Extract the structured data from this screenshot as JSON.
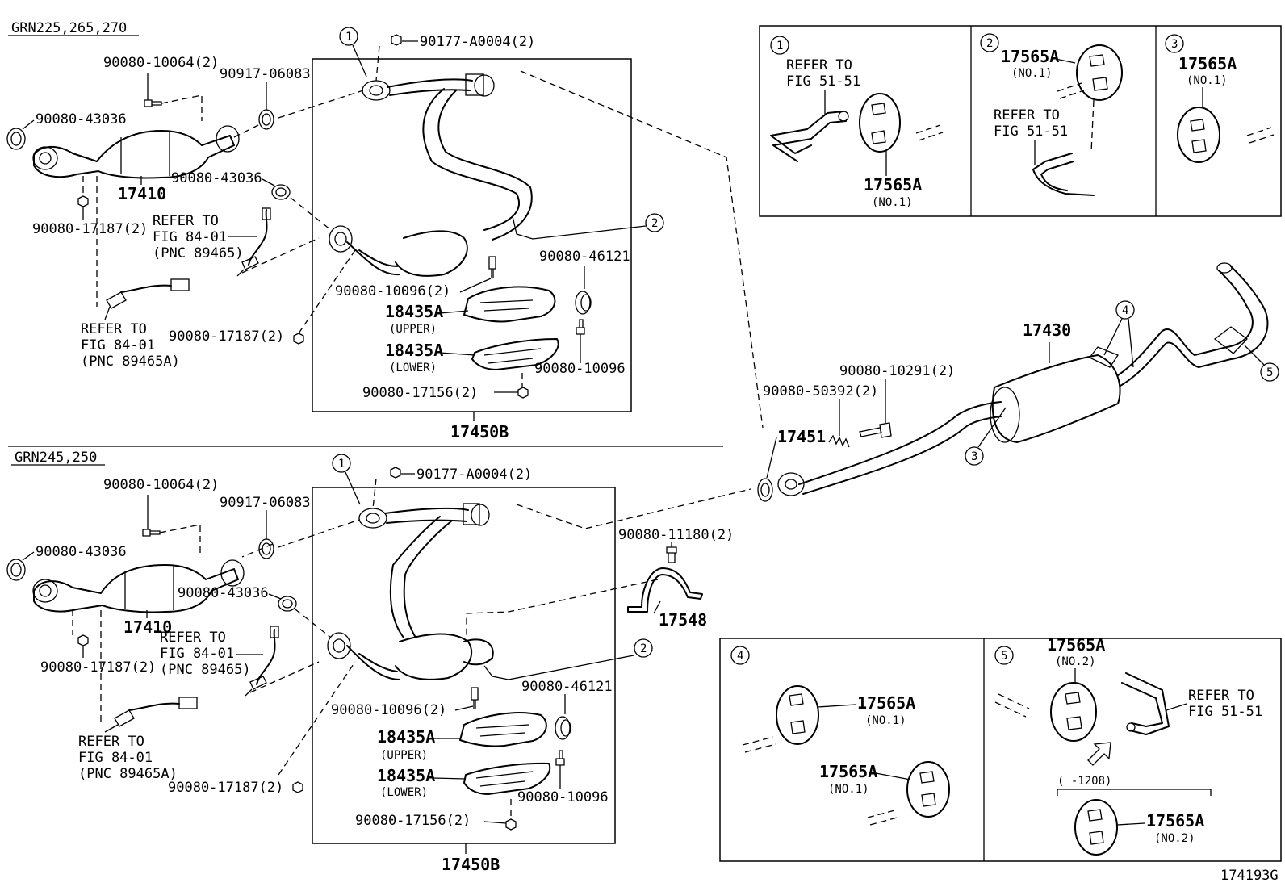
{
  "sections": {
    "upper_models": "GRN225,265,270",
    "lower_models": "GRN245,250"
  },
  "upper": {
    "callout_1": "1",
    "callout_2": "2",
    "p_90177": "90177-A0004(2)",
    "p_90080_10064": "90080-10064(2)",
    "p_90917": "90917-06083",
    "p_90080_43036_a": "90080-43036",
    "p_90080_43036_b": "90080-43036",
    "p_17410": "17410",
    "p_90080_17187_a": "90080-17187(2)",
    "refer_a_1": "REFER TO",
    "refer_a_2": "FIG 84-01",
    "refer_a_3": "(PNC 89465)",
    "refer_b_1": "REFER TO",
    "refer_b_2": "FIG 84-01",
    "refer_b_3": "(PNC 89465A)",
    "p_90080_17187_b": "90080-17187(2)",
    "p_90080_10096_2": "90080-10096(2)",
    "p_90080_46121": "90080-46121",
    "p_18435a_upper": "18435A",
    "p_upper": "(UPPER)",
    "p_18435a_lower": "18435A",
    "p_lower": "(LOWER)",
    "p_90080_10096": "90080-10096",
    "p_90080_17156": "90080-17156(2)",
    "assembly": "17450B"
  },
  "lower": {
    "callout_1": "1",
    "callout_2": "2",
    "p_90177": "90177-A0004(2)",
    "p_90080_10064": "90080-10064(2)",
    "p_90917": "90917-06083",
    "p_90080_43036_a": "90080-43036",
    "p_90080_43036_b": "90080-43036",
    "p_17410": "17410",
    "p_90080_17187_a": "90080-17187(2)",
    "refer_a_1": "REFER TO",
    "refer_a_2": "FIG 84-01",
    "refer_a_3": "(PNC 89465)",
    "refer_b_1": "REFER TO",
    "refer_b_2": "FIG 84-01",
    "refer_b_3": "(PNC 89465A)",
    "p_90080_17187_b": "90080-17187(2)",
    "p_90080_10096_2": "90080-10096(2)",
    "p_90080_46121": "90080-46121",
    "p_18435a_upper": "18435A",
    "p_upper": "(UPPER)",
    "p_18435a_lower": "18435A",
    "p_lower": "(LOWER)",
    "p_90080_10096": "90080-10096",
    "p_90080_17156": "90080-17156(2)",
    "assembly": "17450B"
  },
  "bracket": {
    "p_90080_11180": "90080-11180(2)",
    "p_17548": "17548"
  },
  "muffler": {
    "p_17430": "17430",
    "p_90080_10291": "90080-10291(2)",
    "p_90080_50392": "90080-50392(2)",
    "p_17451": "17451",
    "callout_3": "3",
    "callout_4": "4",
    "callout_5": "5"
  },
  "detail_1": {
    "num": "1",
    "refer_1": "REFER TO",
    "refer_2": "FIG 51-51",
    "part": "17565A",
    "note": "(NO.1)"
  },
  "detail_2": {
    "num": "2",
    "part": "17565A",
    "note": "(NO.1)",
    "refer_1": "REFER TO",
    "refer_2": "FIG 51-51"
  },
  "detail_3": {
    "num": "3",
    "part": "17565A",
    "note": "(NO.1)"
  },
  "detail_4": {
    "num": "4",
    "part_a": "17565A",
    "note_a": "(NO.1)",
    "part_b": "17565A",
    "note_b": "(NO.1)"
  },
  "detail_5": {
    "num": "5",
    "part_a": "17565A",
    "note_a": "(NO.2)",
    "refer_1": "REFER TO",
    "refer_2": "FIG 51-51",
    "range": "(    -1208)",
    "part_b": "17565A",
    "note_b": "(NO.2)"
  },
  "figure_id": "174193G"
}
